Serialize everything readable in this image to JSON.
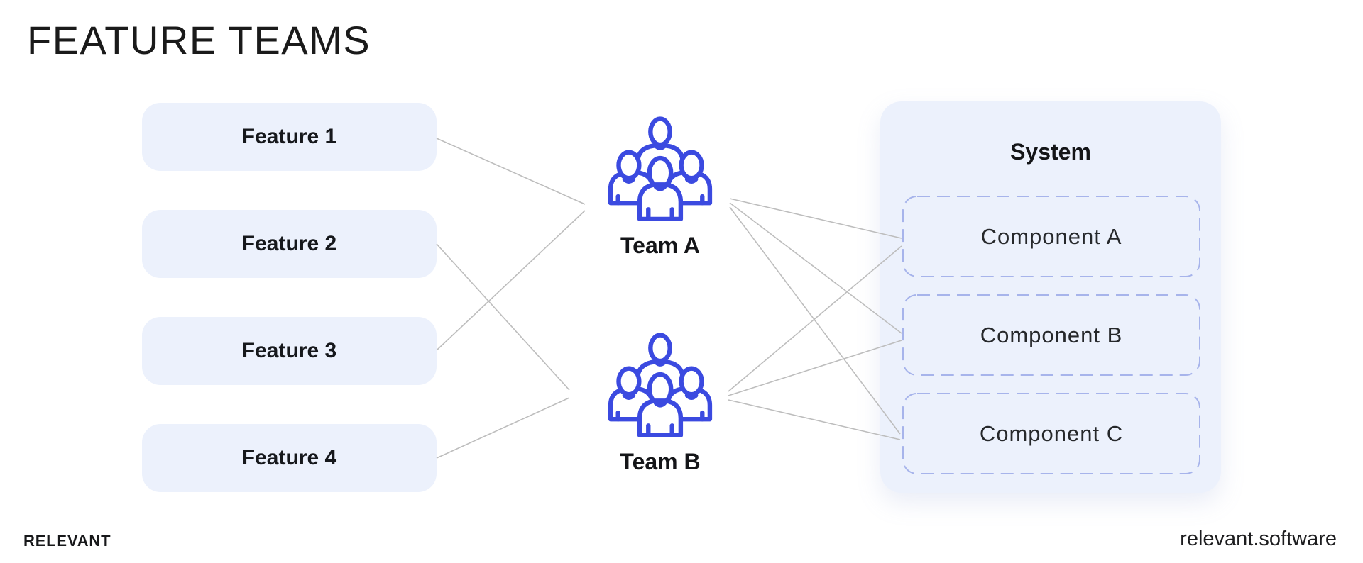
{
  "title": "FEATURE TEAMS",
  "features": [
    {
      "label": "Feature 1"
    },
    {
      "label": "Feature 2"
    },
    {
      "label": "Feature 3"
    },
    {
      "label": "Feature 4"
    }
  ],
  "teams": [
    {
      "label": "Team A",
      "icon": "team-people-icon"
    },
    {
      "label": "Team B",
      "icon": "team-people-icon"
    }
  ],
  "system": {
    "title": "System",
    "components": [
      {
        "label": "Component A"
      },
      {
        "label": "Component B"
      },
      {
        "label": "Component C"
      }
    ]
  },
  "edges": [
    {
      "from": "feature-1",
      "to": "team-a"
    },
    {
      "from": "feature-2",
      "to": "team-b"
    },
    {
      "from": "feature-3",
      "to": "team-a"
    },
    {
      "from": "feature-4",
      "to": "team-b"
    },
    {
      "from": "team-a",
      "to": "component-a"
    },
    {
      "from": "team-a",
      "to": "component-b"
    },
    {
      "from": "team-a",
      "to": "component-c"
    },
    {
      "from": "team-b",
      "to": "component-a"
    },
    {
      "from": "team-b",
      "to": "component-b"
    },
    {
      "from": "team-b",
      "to": "component-c"
    }
  ],
  "footer": {
    "brand": "RELEVANT",
    "website": "relevant.software"
  },
  "colors": {
    "accent_blue": "#3B4AE0",
    "box_bg": "#ECF1FC",
    "dashed_border": "#A7B4EB",
    "connector": "#BDBDBD"
  }
}
